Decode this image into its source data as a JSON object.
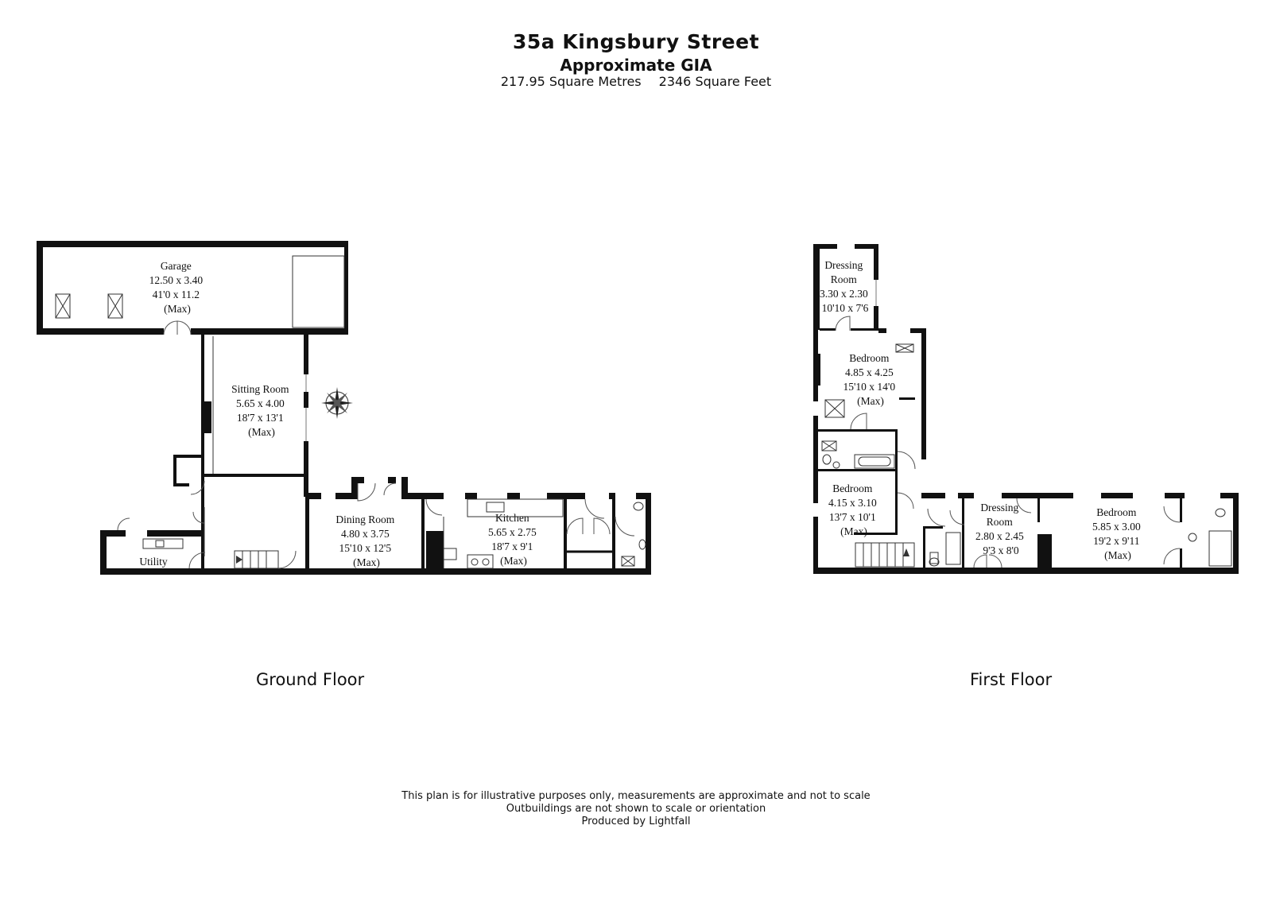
{
  "header": {
    "title": "35a Kingsbury Street",
    "subtitle": "Approximate GIA",
    "area_sqm": "217.95 Square Metres",
    "area_sqft": "2346 Square Feet"
  },
  "floors": {
    "ground": {
      "label": "Ground Floor",
      "rooms": {
        "garage": [
          "Garage",
          "12.50 x 3.40",
          "41'0 x 11.2",
          "(Max)"
        ],
        "sitting": [
          "Sitting Room",
          "5.65 x 4.00",
          "18'7 x 13'1",
          "(Max)"
        ],
        "dining": [
          "Dining Room",
          "4.80 x 3.75",
          "15'10 x 12'5",
          "(Max)"
        ],
        "kitchen": [
          "Kitchen",
          "5.65 x 2.75",
          "18'7 x 9'1",
          "(Max)"
        ],
        "utility": [
          "Utility"
        ]
      }
    },
    "first": {
      "label": "First Floor",
      "rooms": {
        "dressing1": [
          "Dressing",
          "Room",
          "3.30 x 2.30",
          "10'10 x 7'6"
        ],
        "bedroom1": [
          "Bedroom",
          "4.85 x 4.25",
          "15'10 x 14'0",
          "(Max)"
        ],
        "bedroom2": [
          "Bedroom",
          "4.15 x 3.10",
          "13'7 x 10'1",
          "(Max)"
        ],
        "dressing2": [
          "Dressing",
          "Room",
          "2.80 x 2.45",
          "9'3 x 8'0"
        ],
        "bedroom3": [
          "Bedroom",
          "5.85 x 3.00",
          "19'2 x 9'11",
          "(Max)"
        ]
      }
    }
  },
  "disclaimer": {
    "line1": "This plan is for illustrative purposes only, measurements are approximate and not to scale",
    "line2": "Outbuildings are not shown to scale or orientation",
    "line3": "Produced by Lightfall"
  }
}
